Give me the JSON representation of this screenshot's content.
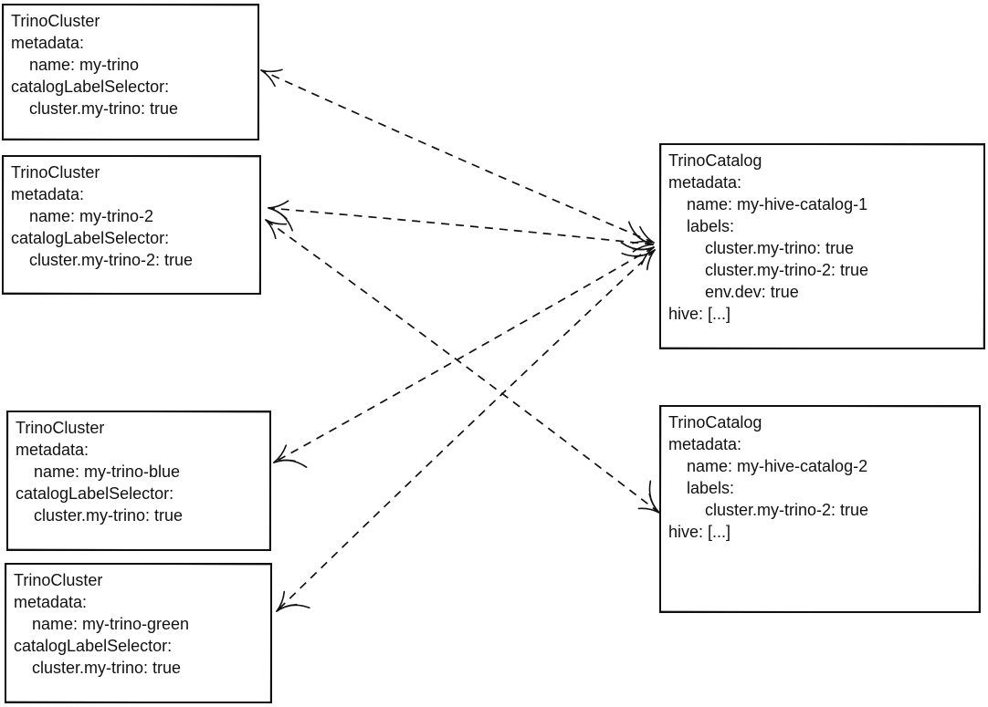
{
  "diagram": {
    "colors": {
      "ink": "#111111",
      "background": "#ffffff"
    },
    "boxes": [
      {
        "id": "trino-cluster-1",
        "kind": "TrinoCluster",
        "lines": [
          "TrinoCluster",
          "metadata:",
          "    name: my-trino",
          "catalogLabelSelector:",
          "    cluster.my-trino: true"
        ]
      },
      {
        "id": "trino-cluster-2",
        "kind": "TrinoCluster",
        "lines": [
          "TrinoCluster",
          "metadata:",
          "    name: my-trino-2",
          "catalogLabelSelector:",
          "    cluster.my-trino-2: true"
        ]
      },
      {
        "id": "trino-cluster-blue",
        "kind": "TrinoCluster",
        "lines": [
          "TrinoCluster",
          "metadata:",
          "    name: my-trino-blue",
          "catalogLabelSelector:",
          "    cluster.my-trino: true"
        ]
      },
      {
        "id": "trino-cluster-green",
        "kind": "TrinoCluster",
        "lines": [
          "TrinoCluster",
          "metadata:",
          "    name: my-trino-green",
          "catalogLabelSelector:",
          "    cluster.my-trino: true"
        ]
      },
      {
        "id": "trino-catalog-1",
        "kind": "TrinoCatalog",
        "lines": [
          "TrinoCatalog",
          "metadata:",
          "    name: my-hive-catalog-1",
          "    labels:",
          "        cluster.my-trino: true",
          "        cluster.my-trino-2: true",
          "        env.dev: true",
          "hive: [...]"
        ]
      },
      {
        "id": "trino-catalog-2",
        "kind": "TrinoCatalog",
        "lines": [
          "TrinoCatalog",
          "metadata:",
          "    name: my-hive-catalog-2",
          "    labels:",
          "        cluster.my-trino-2: true",
          "hive: [...]"
        ]
      }
    ],
    "connections": [
      {
        "from": "trino-catalog-1",
        "to": "trino-cluster-1",
        "line_style": "dashed",
        "arrowheads": "both"
      },
      {
        "from": "trino-catalog-1",
        "to": "trino-cluster-2",
        "line_style": "dashed",
        "arrowheads": "both"
      },
      {
        "from": "trino-catalog-1",
        "to": "trino-cluster-blue",
        "line_style": "dashed",
        "arrowheads": "both"
      },
      {
        "from": "trino-catalog-1",
        "to": "trino-cluster-green",
        "line_style": "dashed",
        "arrowheads": "both"
      },
      {
        "from": "trino-catalog-2",
        "to": "trino-cluster-2",
        "line_style": "dashed",
        "arrowheads": "both"
      }
    ]
  }
}
